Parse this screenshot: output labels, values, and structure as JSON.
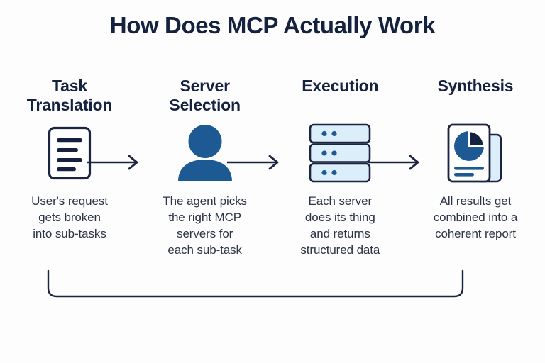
{
  "title": "How Does MCP Actually Work",
  "colors": {
    "title_navy": "#15223f",
    "outline_navy": "#1b2440",
    "body_text": "#2b3446",
    "accent_blue": "#1d5a93",
    "fill_light_blue": "#ddeefb",
    "background": "#fdfdfd"
  },
  "steps": [
    {
      "heading": "Task\nTranslation",
      "heading_line1": "Task",
      "heading_line2": "Translation",
      "icon": "document-lines-icon",
      "caption": "User's request gets broken into sub-tasks",
      "caption_lines": [
        "User's request",
        "gets broken",
        "into sub-tasks"
      ]
    },
    {
      "heading": "Server\nSelection",
      "heading_line1": "Server",
      "heading_line2": "Selection",
      "icon": "person-icon",
      "caption": "The agent picks the right MCP servers for each sub-task",
      "caption_lines": [
        "The agent picks",
        "the right MCP",
        "servers for",
        "each sub-task"
      ]
    },
    {
      "heading": "Execution",
      "heading_line1": "Execution",
      "heading_line2": "",
      "icon": "server-stack-icon",
      "caption": "Each server does its thing and returns structured data",
      "caption_lines": [
        "Each server",
        "does its thing",
        "and returns",
        "structured data"
      ]
    },
    {
      "heading": "Synthesis",
      "heading_line1": "Synthesis",
      "heading_line2": "",
      "icon": "report-pie-chart-icon",
      "caption": "All results get combined into a coherent report",
      "caption_lines": [
        "All results get",
        "combined into a",
        "coherent report"
      ]
    }
  ],
  "arrows": [
    {
      "name": "arrow-task-to-server"
    },
    {
      "name": "arrow-server-to-execution"
    },
    {
      "name": "arrow-execution-to-synthesis"
    }
  ],
  "loop_bracket": {
    "name": "feedback-loop-bracket"
  }
}
